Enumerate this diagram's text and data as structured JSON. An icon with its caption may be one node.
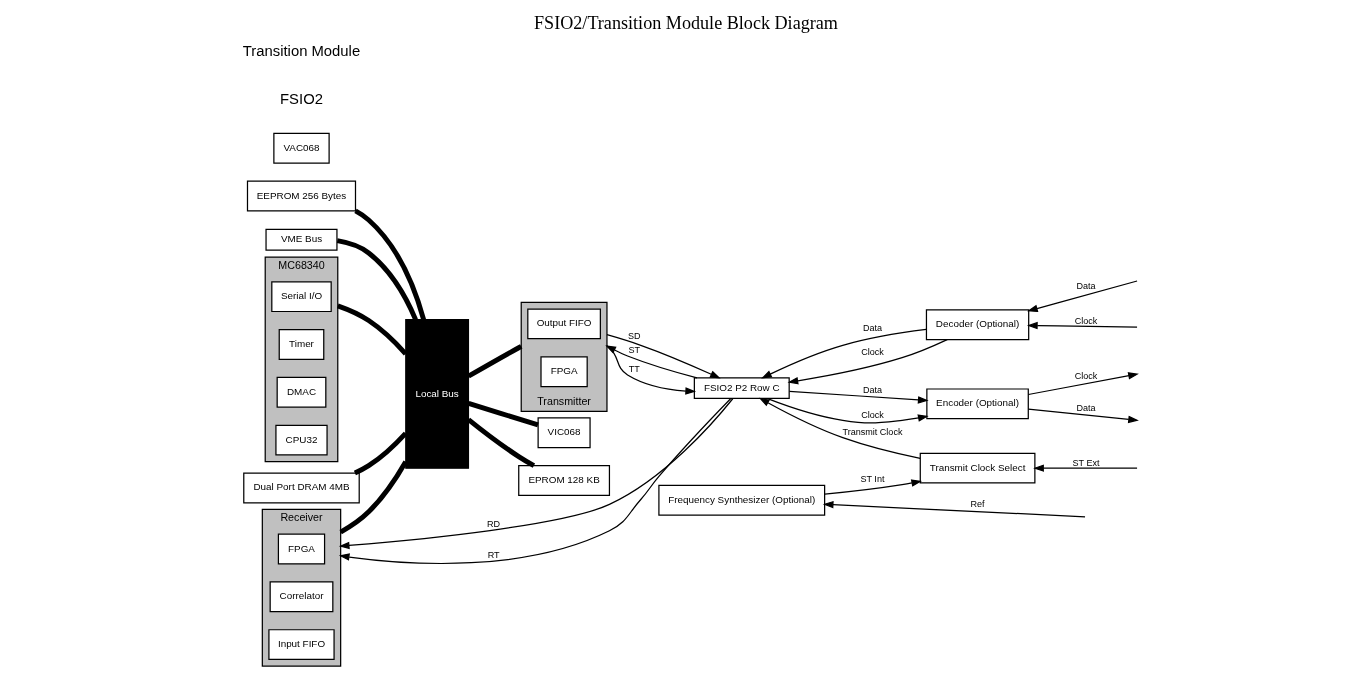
{
  "diagram": {
    "title": "FSIO2/Transition Module Block Diagram",
    "nodes": [
      {
        "text": [
          "VME Bus"
        ]
      },
      {
        "text": [
          "MC68340"
        ]
      },
      {
        "text": [
          "Serial I/O"
        ],
        "in": 1
      },
      {
        "text": [
          "Timer"
        ],
        "in": 1
      },
      {
        "text": [
          "DMAC"
        ],
        "in": 1
      },
      {
        "text": [
          "CPU32"
        ],
        "in": 1
      },
      {
        "text": [
          "Dual Port DRAM 4MB"
        ]
      },
      {
        "text": [
          "EEPROM 256 Bytes"
        ]
      },
      {
        "text": [
          "Receiver"
        ]
      },
      {
        "text": [
          "FPGA"
        ],
        "in": 8
      },
      {
        "text": [
          "Correlator"
        ],
        "in": 8
      },
      {
        "text": [
          "Input FIFO"
        ],
        "in": 8
      },
      {
        "text": [
          "Local Bus"
        ]
      },
      {
        "text": [
          "VIC068"
        ]
      },
      {
        "text": [
          "VAC068"
        ]
      },
      {
        "text": [
          "EPROM 128 KB"
        ]
      },
      {
        "text": [
          "Transmitter"
        ]
      },
      {
        "text": [
          "Output FIFO"
        ],
        "in": 16
      },
      {
        "text": [
          "FPGA"
        ],
        "in": 16
      },
      {
        "text": [
          "FSIO2 P2 Row C"
        ]
      },
      {
        "text": [
          "Decoder (Optional)"
        ]
      },
      {
        "text": [
          "Frequency Synthesizer (Optional)"
        ]
      },
      {
        "text": [
          "Transmit Clock Select"
        ]
      },
      {
        "text": [
          "Encoder (Optional)"
        ]
      }
    ],
    "edges": [
      {
        "from": 0,
        "to": 12,
        "arrow": "none",
        "style": "thick"
      },
      {
        "from": 6,
        "to": 12,
        "arrow": "none",
        "style": "thick"
      },
      {
        "from": 1,
        "to": 12,
        "arrow": "none",
        "style": "thick"
      },
      {
        "from": 7,
        "to": 12,
        "arrow": "none",
        "style": "thick"
      },
      {
        "from": 8,
        "to": 12,
        "arrow": "none",
        "style": "thick"
      },
      {
        "from": 12,
        "to": 16,
        "arrow": "none",
        "style": "thick"
      },
      {
        "from": 12,
        "to": 13,
        "arrow": "none",
        "style": "thick"
      },
      {
        "from": 12,
        "to": 15,
        "arrow": "none",
        "style": "thick"
      },
      {
        "from": 19,
        "to": 8,
        "arrow": "to",
        "label": "RD"
      },
      {
        "from": 19,
        "to": 8,
        "arrow": "to",
        "label": "RT"
      },
      {
        "from": null,
        "to": 20,
        "arrow": "to",
        "label": "Data"
      },
      {
        "from": null,
        "to": 20,
        "arrow": "to",
        "label": "Clock"
      },
      {
        "from": 20,
        "to": 19,
        "arrow": "to",
        "label": "Data"
      },
      {
        "from": 20,
        "to": 19,
        "arrow": "to",
        "label": "Clock"
      },
      {
        "from": null,
        "to": 21,
        "arrow": "to",
        "label": "Ref"
      },
      {
        "from": 21,
        "to": 22,
        "arrow": "to",
        "label": "ST Int"
      },
      {
        "from": null,
        "to": 22,
        "arrow": "to",
        "label": "ST Ext"
      },
      {
        "from": 22,
        "to": 19,
        "arrow": "to",
        "label": "Transmit Clock"
      },
      {
        "from": 19,
        "to": 16,
        "arrow": "to",
        "label": "ST"
      },
      {
        "from": 16,
        "to": 19,
        "arrow": "to",
        "label": "TT"
      },
      {
        "from": 16,
        "to": 19,
        "arrow": "to",
        "label": "SD"
      },
      {
        "from": 19,
        "to": 23,
        "arrow": "to",
        "label": "Clock"
      },
      {
        "from": 19,
        "to": 23,
        "arrow": "to",
        "label": "Data"
      },
      {
        "from": 23,
        "to": null,
        "arrow": "to",
        "label": "Clock"
      },
      {
        "from": 23,
        "to": null,
        "arrow": "to",
        "label": "Data"
      }
    ],
    "labels": [
      "FSIO2",
      "Transition Module"
    ]
  }
}
